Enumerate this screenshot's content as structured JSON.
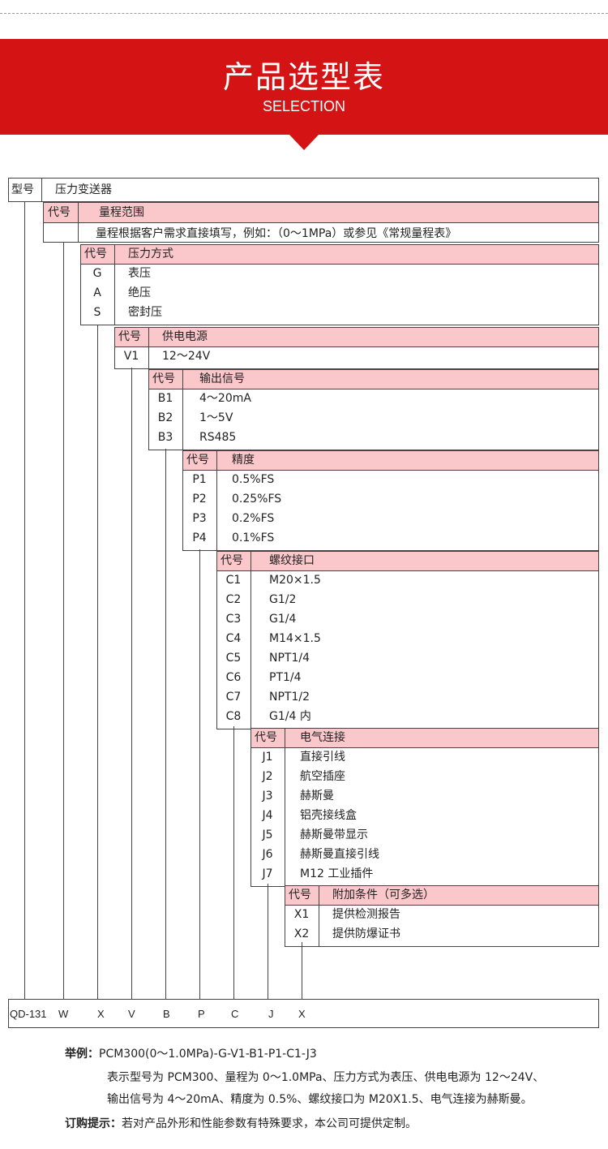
{
  "banner": {
    "title": "产品选型表",
    "subtitle": "SELECTION"
  },
  "model": {
    "label": "型号",
    "name": "压力变送器"
  },
  "range": {
    "code_header": "代号",
    "title": "量程范围",
    "note": "量程根据客户需求直接填写，例如：（0～1MPa）或参见《常规量程表》"
  },
  "pressure": {
    "code_header": "代号",
    "title": "压力方式",
    "items": [
      {
        "code": "G",
        "desc": "表压"
      },
      {
        "code": "A",
        "desc": "绝压"
      },
      {
        "code": "S",
        "desc": "密封压"
      }
    ]
  },
  "power": {
    "code_header": "代号",
    "title": "供电电源",
    "items": [
      {
        "code": "V1",
        "desc": "12～24V"
      }
    ]
  },
  "output": {
    "code_header": "代号",
    "title": "输出信号",
    "items": [
      {
        "code": "B1",
        "desc": "4～20mA"
      },
      {
        "code": "B2",
        "desc": "1～5V"
      },
      {
        "code": "B3",
        "desc": "RS485"
      }
    ]
  },
  "accuracy": {
    "code_header": "代号",
    "title": "精度",
    "items": [
      {
        "code": "P1",
        "desc": "0.5%FS"
      },
      {
        "code": "P2",
        "desc": "0.25%FS"
      },
      {
        "code": "P3",
        "desc": "0.2%FS"
      },
      {
        "code": "P4",
        "desc": "0.1%FS"
      }
    ]
  },
  "thread": {
    "code_header": "代号",
    "title": "螺纹接口",
    "items": [
      {
        "code": "C1",
        "desc": "M20×1.5"
      },
      {
        "code": "C2",
        "desc": "G1/2"
      },
      {
        "code": "C3",
        "desc": "G1/4"
      },
      {
        "code": "C4",
        "desc": "M14×1.5"
      },
      {
        "code": "C5",
        "desc": "NPT1/4"
      },
      {
        "code": "C6",
        "desc": "PT1/4"
      },
      {
        "code": "C7",
        "desc": "NPT1/2"
      },
      {
        "code": "C8",
        "desc": "G1/4 内"
      }
    ]
  },
  "electrical": {
    "code_header": "代号",
    "title": "电气连接",
    "items": [
      {
        "code": "J1",
        "desc": "直接引线"
      },
      {
        "code": "J2",
        "desc": "航空插座"
      },
      {
        "code": "J3",
        "desc": "赫斯曼"
      },
      {
        "code": "J4",
        "desc": "铝壳接线盒"
      },
      {
        "code": "J5",
        "desc": "赫斯曼带显示"
      },
      {
        "code": "J6",
        "desc": "赫斯曼直接引线"
      },
      {
        "code": "J7",
        "desc": "M12 工业插件"
      }
    ]
  },
  "extra": {
    "code_header": "代号",
    "title": "附加条件（可多选）",
    "items": [
      {
        "code": "X1",
        "desc": "提供检测报告"
      },
      {
        "code": "X2",
        "desc": "提供防爆证书"
      }
    ]
  },
  "code_row": [
    "QD-131",
    "W",
    "X",
    "V",
    "B",
    "P",
    "C",
    "J",
    "X"
  ],
  "example": {
    "label": "举例：",
    "code": "PCM300(0～1.0MPa)-G-V1-B1-P1-C1-J3",
    "line1": "表示型号为 PCM300、量程为 0～1.0MPa、压力方式为表压、供电电源为 12～24V、",
    "line2": "输出信号为 4～20mA、精度为 0.5%、螺纹接口为 M20X1.5、电气连接为赫斯曼。"
  },
  "order": {
    "label": "订购提示：",
    "text": "若对产品外形和性能参数有特殊要求，本公司可提供定制。"
  },
  "colors": {
    "banner": "#d41314",
    "header_fill": "#fac7cb",
    "line": "#444444"
  }
}
